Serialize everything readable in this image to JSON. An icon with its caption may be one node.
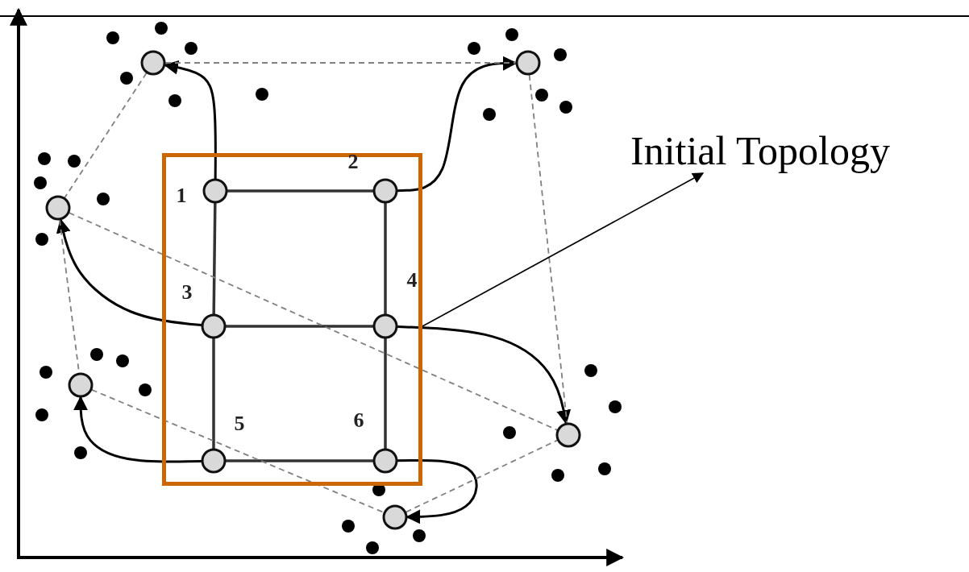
{
  "diagram": {
    "nodes": [
      {
        "text": [],
        "shape": "circle"
      },
      {
        "text": [],
        "shape": "circle"
      },
      {
        "text": [
          "Initial Topology"
        ]
      },
      {
        "text": [],
        "shape": "circle"
      },
      {
        "text": [],
        "shape": "box"
      },
      {
        "text": [],
        "shape": "circle",
        "beside": [
          "1"
        ],
        "in": 4
      },
      {
        "text": [],
        "shape": "circle",
        "beside": [
          "2"
        ],
        "in": 4
      },
      {
        "text": [],
        "shape": "circle",
        "beside": [
          "3"
        ],
        "in": 4
      },
      {
        "text": [],
        "shape": "circle",
        "beside": [
          "4"
        ],
        "in": 4
      },
      {
        "text": [],
        "shape": "circle",
        "beside": [
          "5"
        ],
        "in": 4
      },
      {
        "text": [],
        "shape": "circle",
        "beside": [
          "6"
        ],
        "in": 4
      },
      {
        "text": [],
        "shape": "circle"
      },
      {
        "text": [],
        "shape": "circle"
      },
      {
        "text": [],
        "shape": "circle"
      }
    ],
    "edges": [
      {
        "from": 5,
        "to": 6,
        "arrow": "none"
      },
      {
        "from": 5,
        "to": 7,
        "arrow": "none"
      },
      {
        "from": 6,
        "to": 8,
        "arrow": "none"
      },
      {
        "from": 7,
        "to": 8,
        "arrow": "none"
      },
      {
        "from": 7,
        "to": 9,
        "arrow": "none"
      },
      {
        "from": 8,
        "to": 10,
        "arrow": "none"
      },
      {
        "from": 9,
        "to": 10,
        "arrow": "none"
      },
      {
        "from": 5,
        "to": 0,
        "arrow": "to"
      },
      {
        "from": 6,
        "to": 1,
        "arrow": "to"
      },
      {
        "from": 7,
        "to": 3,
        "arrow": "to"
      },
      {
        "from": 8,
        "to": 12,
        "arrow": "to"
      },
      {
        "from": 9,
        "to": 11,
        "arrow": "to"
      },
      {
        "from": 10,
        "to": 13,
        "arrow": "to"
      },
      {
        "from": 0,
        "to": 1,
        "arrow": "none",
        "style": "dashed",
        "color": "#808080"
      },
      {
        "from": 0,
        "to": 3,
        "arrow": "none",
        "style": "dashed",
        "color": "#808080"
      },
      {
        "from": 1,
        "to": 12,
        "arrow": "none",
        "style": "dashed",
        "color": "#808080"
      },
      {
        "from": 3,
        "to": 11,
        "arrow": "none",
        "style": "dashed",
        "color": "#808080"
      },
      {
        "from": 3,
        "to": 12,
        "arrow": "none",
        "style": "dashed",
        "color": "#808080"
      },
      {
        "from": 11,
        "to": 13,
        "arrow": "none",
        "style": "dashed",
        "color": "#808080"
      },
      {
        "from": 13,
        "to": 12,
        "arrow": "none",
        "style": "dashed",
        "color": "#808080"
      },
      {
        "from": 4,
        "to": 2,
        "arrow": "to"
      }
    ]
  }
}
